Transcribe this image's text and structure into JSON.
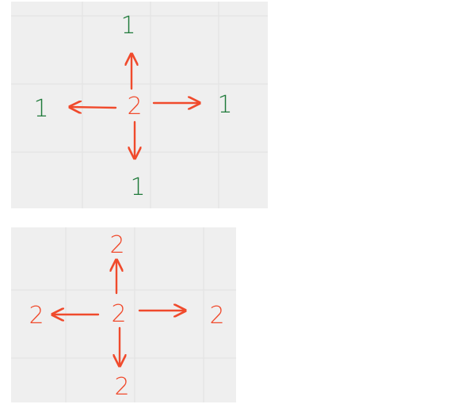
{
  "colors": {
    "panel_bg": "#efefef",
    "grid_line": "#e2e2e2",
    "arrow": "#f04a2c",
    "green_text": "#1f7a3a",
    "red_text": "#f04a2c"
  },
  "diagram_top": {
    "center": "2",
    "up": "1",
    "down": "1",
    "left": "1",
    "right": "1"
  },
  "diagram_bottom": {
    "center": "2",
    "up": "2",
    "down": "2",
    "left": "2",
    "right": "2"
  }
}
